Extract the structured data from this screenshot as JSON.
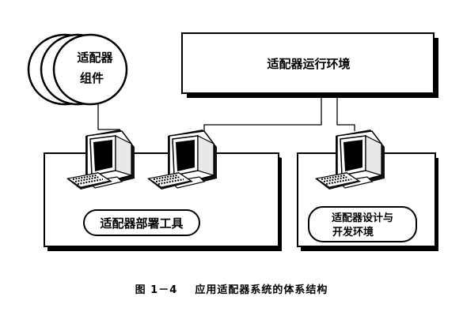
{
  "diagram": {
    "component_label_line1": "适配器",
    "component_label_line2": "组件",
    "runtime_label": "适配器运行环境",
    "deploy_tool_label": "适配器部署工具",
    "design_env_line1": "适配器设计与",
    "design_env_line2": "开发环境"
  },
  "caption": {
    "figure_number": "图 1－4",
    "title": "应用适配器系统的体系结构"
  }
}
